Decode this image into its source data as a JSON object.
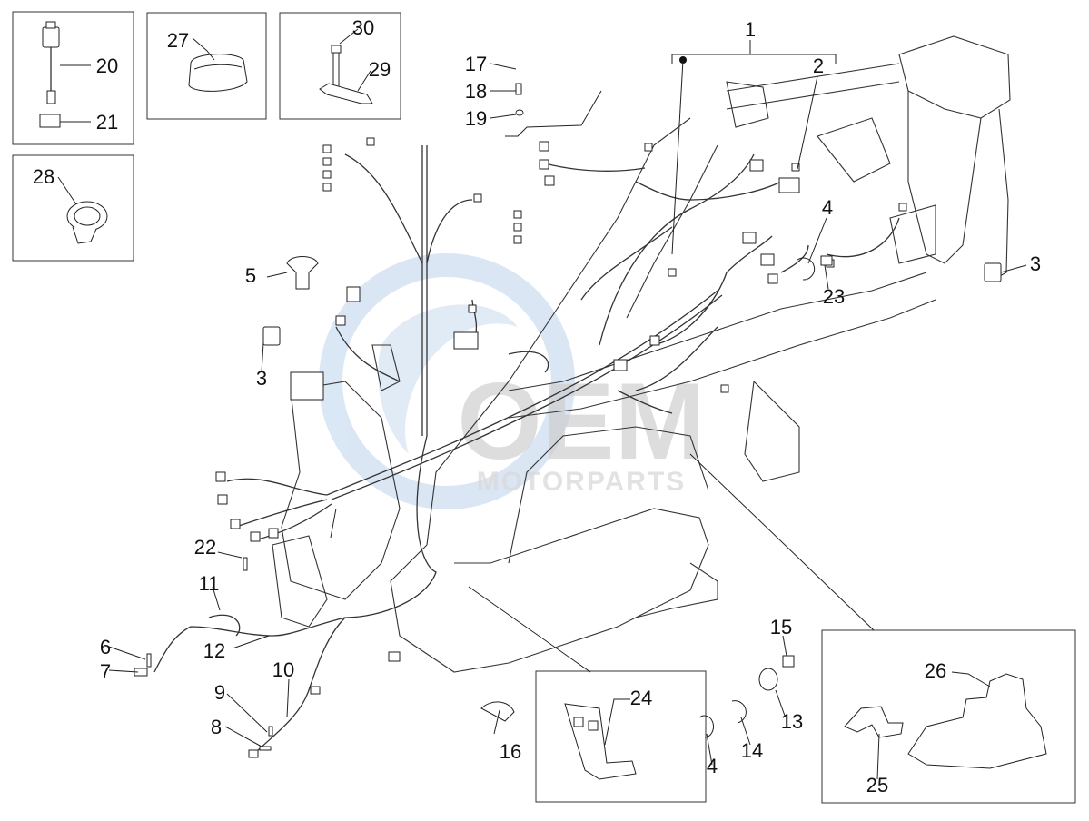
{
  "watermark": {
    "logo_text": "OEM",
    "sub_text": "MOTORPARTS",
    "color": "#9fbfe0"
  },
  "callouts": [
    {
      "id": "1"
    },
    {
      "id": "2"
    },
    {
      "id": "3"
    },
    {
      "id": "3"
    },
    {
      "id": "4"
    },
    {
      "id": "4"
    },
    {
      "id": "5"
    },
    {
      "id": "6"
    },
    {
      "id": "7"
    },
    {
      "id": "8"
    },
    {
      "id": "9"
    },
    {
      "id": "10"
    },
    {
      "id": "11"
    },
    {
      "id": "12"
    },
    {
      "id": "13"
    },
    {
      "id": "14"
    },
    {
      "id": "15"
    },
    {
      "id": "16"
    },
    {
      "id": "17"
    },
    {
      "id": "18"
    },
    {
      "id": "19"
    },
    {
      "id": "20"
    },
    {
      "id": "21"
    },
    {
      "id": "22"
    },
    {
      "id": "23"
    },
    {
      "id": "24"
    },
    {
      "id": "25"
    },
    {
      "id": "26"
    },
    {
      "id": "27"
    },
    {
      "id": "28"
    },
    {
      "id": "29"
    },
    {
      "id": "30"
    }
  ]
}
